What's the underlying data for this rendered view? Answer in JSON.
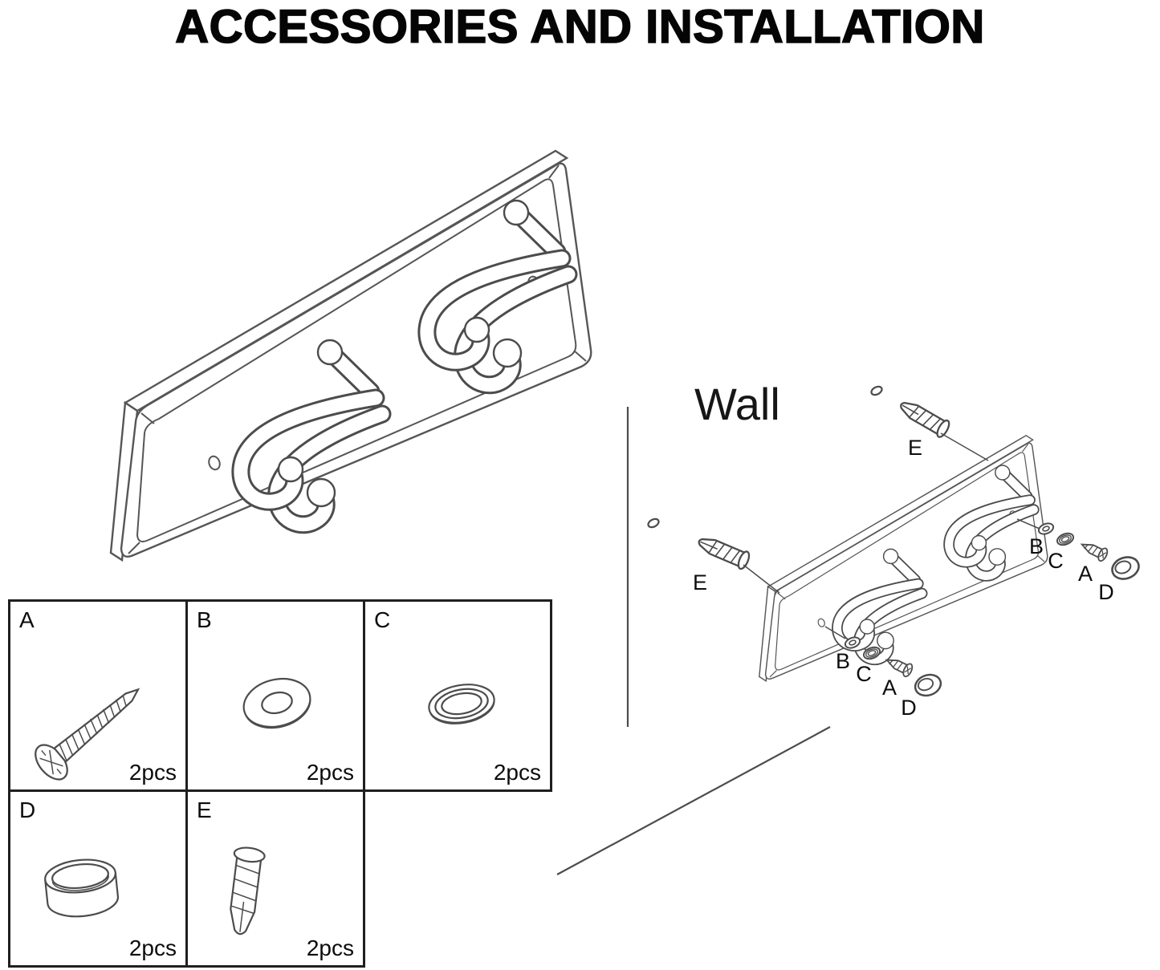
{
  "title": "ACCESSORIES AND INSTALLATION",
  "installation": {
    "wall_label": "Wall",
    "callouts": {
      "anchor_top": "E",
      "anchor_left": "E",
      "right": {
        "b": "B",
        "c": "C",
        "a": "A",
        "d": "D"
      },
      "bottom": {
        "b": "B",
        "c": "C",
        "a": "A",
        "d": "D"
      }
    }
  },
  "parts_table": {
    "cells": [
      {
        "id": "A",
        "part": "mounting-screw",
        "qty": "2pcs"
      },
      {
        "id": "B",
        "part": "flat-washer",
        "qty": "2pcs"
      },
      {
        "id": "C",
        "part": "spring-ring-washer",
        "qty": "2pcs"
      },
      {
        "id": "D",
        "part": "cover-cap",
        "qty": "2pcs"
      },
      {
        "id": "E",
        "part": "wall-anchor",
        "qty": "2pcs"
      }
    ]
  }
}
